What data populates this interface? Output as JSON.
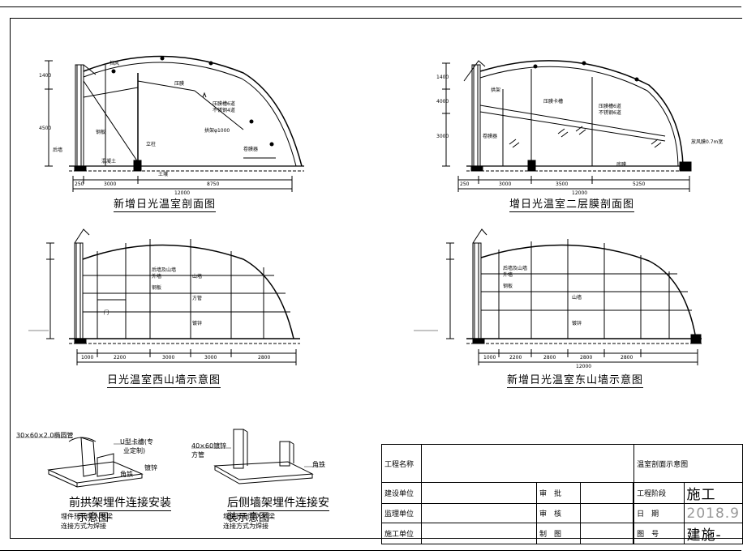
{
  "titles": {
    "s1": "新增日光温室剖面图",
    "s2": "增日光温室二层膜剖面图",
    "s3": "日光温室西山墙示意图",
    "s4": "新增日光温室东山墙示意图",
    "d1": "前拱架埋件连接安装",
    "d1b": "示意图",
    "d2": "后侧墙架埋件连接安",
    "d2b": "装示意图"
  },
  "s1_dims": {
    "d1": "250",
    "d2": "3000",
    "d3": "8750",
    "total": "12000",
    "h1": "1400",
    "h2": "4500"
  },
  "s1_notes": {
    "n1": "压膜槽6道",
    "n2": "不锈钢4道",
    "n3": "拱架φ1000",
    "n4": "挡风",
    "n5": "立柱",
    "n6": "卷膜器",
    "n7": "钢板",
    "n8": "压膜",
    "n9": "混凝土",
    "n10": "后墙",
    "n11": "土壤"
  },
  "s2_dims": {
    "d1": "250",
    "d2": "3000",
    "d3": "3500",
    "d4": "5250",
    "total": "12000",
    "h1": "1400",
    "h2": "4000",
    "h3": "3000"
  },
  "s2_notes": {
    "n1": "压膜槽6道",
    "n2": "不锈钢6道",
    "n3": "拱架",
    "n4": "压膜卡槽",
    "n5": "卷膜器",
    "n6": "放风膜0.7m宽",
    "n7": "底膜"
  },
  "s3_dims": [
    "1000",
    "2200",
    "3000",
    "3000",
    "2800"
  ],
  "s3_notes": {
    "n1": "后墙及山墙",
    "n2": "外墙",
    "n3": "钢板",
    "n4": "山墙",
    "n5": "方管",
    "n6": "门",
    "n7": "镀锌"
  },
  "s4_dims": [
    "1000",
    "2200",
    "2800",
    "2800",
    "2800"
  ],
  "s4_total": "12000",
  "s4_notes": {
    "n1": "后墙及山墙",
    "n2": "外墙",
    "n3": "钢板",
    "n4": "山墙",
    "n5": "镀锌"
  },
  "detail1": {
    "label_a": "30×60×2.0椭圆管",
    "label_b": "U型卡槽(专",
    "label_c": "业定制)",
    "label_d": "角铁",
    "label_e": "镀锌",
    "foot1": "埋件预制埋入地梁",
    "foot2": "连接方式为焊接"
  },
  "detail2": {
    "label_a": "40×60镀锌",
    "label_b": "方管",
    "label_c": "角铁",
    "foot1": "埋件预制埋入地梁",
    "foot2": "连接方式为焊接"
  },
  "titleblock": {
    "project_label": "工程名称",
    "drawing_name": "温室剖面示意图",
    "build_label": "建设单位",
    "approve": "审　批",
    "phase_label": "工程阶段",
    "phase": "施工",
    "super_label": "监理单位",
    "check": "审　核",
    "date_label": "日　期",
    "date": "2018.9",
    "constr_label": "施工单位",
    "draw": "制　图",
    "no_label": "图　号",
    "no": "建施-"
  }
}
